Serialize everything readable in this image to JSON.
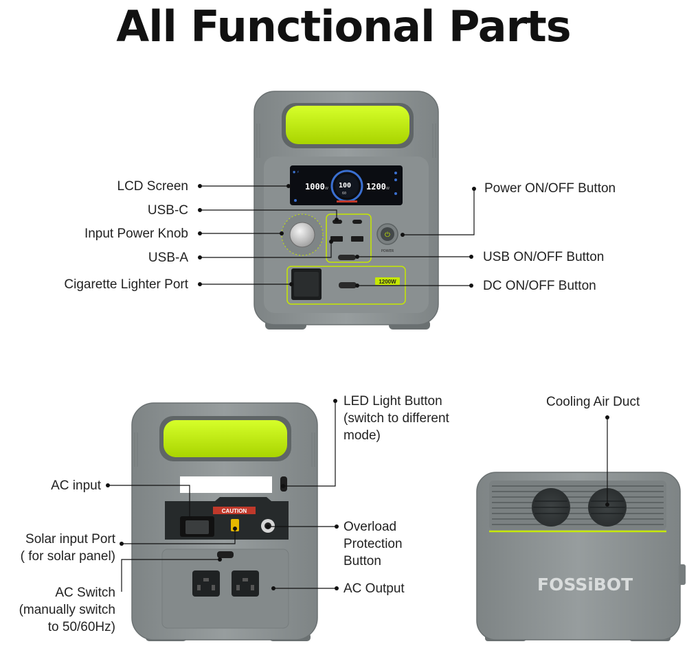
{
  "title": "All Functional Parts",
  "front": {
    "labels_left": {
      "lcd_screen": "LCD Screen",
      "usb_c": "USB-C",
      "input_power_knob": "Input Power Knob",
      "usb_a": "USB-A",
      "cigarette_lighter_port": "Cigarette Lighter Port"
    },
    "labels_right": {
      "power_button": "Power ON/OFF Button",
      "usb_button": "USB ON/OFF Button",
      "dc_button": "DC ON/OFF Button"
    },
    "lcd": {
      "input_value": "1000",
      "center_value": "100",
      "center_sub": "60",
      "output_value": "1200"
    },
    "badge": "1200W",
    "power_label": "POWER"
  },
  "back": {
    "labels_left": {
      "ac_input": "AC input",
      "solar_line1": "Solar input Port",
      "solar_line2": "( for solar panel)",
      "ac_switch_line1": "AC Switch",
      "ac_switch_line2": "(manually switch",
      "ac_switch_line3": "to 50/60Hz)"
    },
    "labels_right": {
      "led_line1": "LED Light Button",
      "led_line2": "(switch to different",
      "led_line3": "mode)",
      "overload_line1": "Overload",
      "overload_line2": "Protection",
      "overload_line3": "Button",
      "ac_output": "AC Output"
    },
    "caution": "CAUTION"
  },
  "side": {
    "label": "Cooling Air Duct",
    "brand": "FOSSiBOT"
  },
  "colors": {
    "body": "#8c9293",
    "body_dark": "#6f7576",
    "accent": "#c8f000",
    "accent_line": "#b8d800",
    "screen": "#0b0d12"
  }
}
